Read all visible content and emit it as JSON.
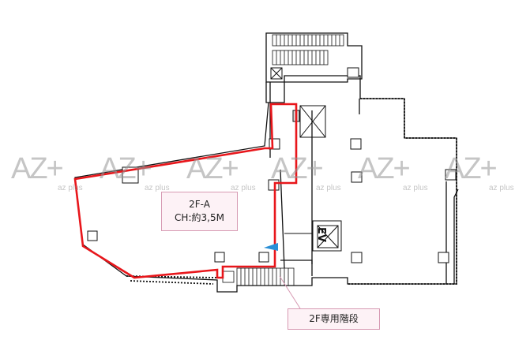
{
  "unit": {
    "name": "2F-A",
    "ceiling": "CH:約3,5M"
  },
  "stair_callout": "2F専用階段",
  "elevator": "EV",
  "watermark": {
    "logo": "AZ+",
    "text": "az plus"
  },
  "colors": {
    "highlight": "#e8161b",
    "wall": "#111111",
    "callout_fill": "#fdf2f6",
    "callout_border": "#d79ab3",
    "arrow": "#2a8fd6"
  }
}
